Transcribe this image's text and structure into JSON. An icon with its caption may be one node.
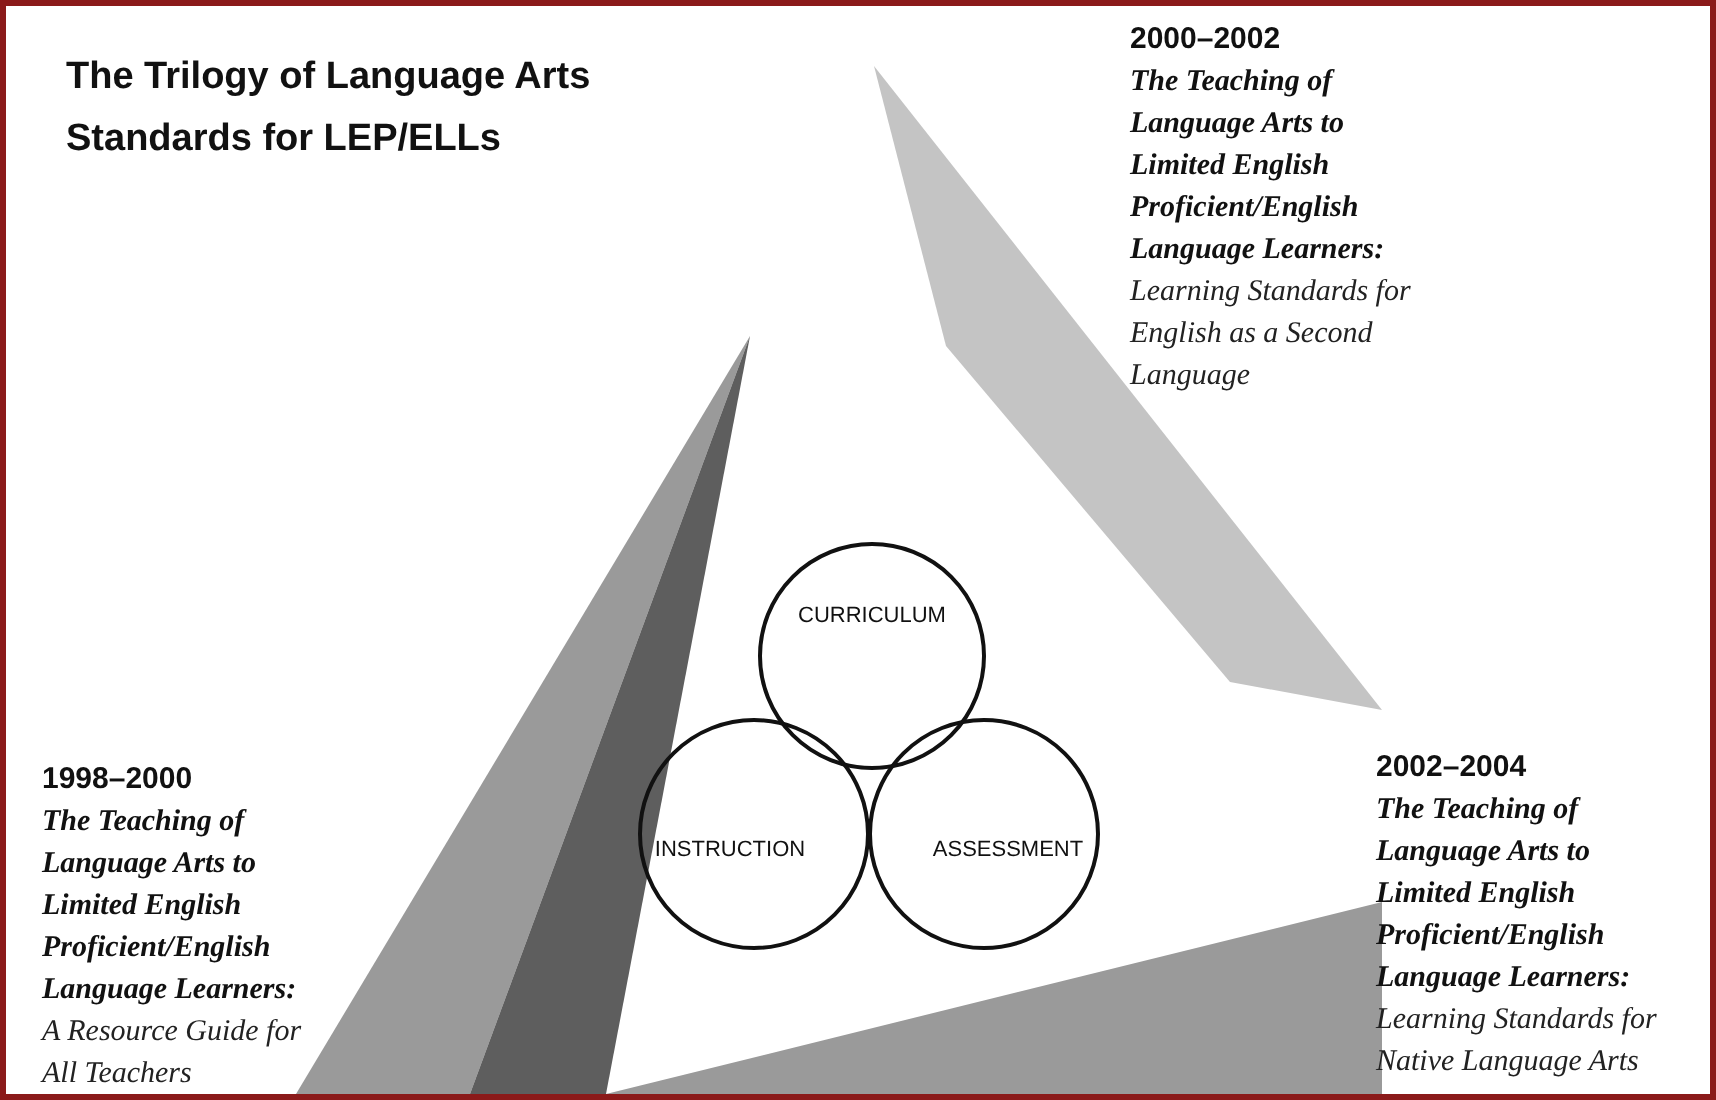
{
  "diagram": {
    "title": "The Trilogy of Language Arts Standards for LEP/ELLs",
    "nodes": [
      {
        "text": [
          "CURRICULUM"
        ]
      },
      {
        "text": [
          "INSTRUCTION"
        ]
      },
      {
        "text": [
          "ASSESSMENT"
        ]
      }
    ],
    "labels": [
      "2000–2002",
      "The Teaching of Language Arts to Limited English Proficient/English Language Learners:",
      "Learning Standards for English as a Second Language",
      "1998–2000",
      "The Teaching of Language Arts to Limited English Proficient/English Language Learners:",
      "A Resource Guide for All Teachers",
      "2002–2004",
      "The Teaching of Language Arts to Limited English Proficient/English Language Learners:",
      "Learning Standards for Native Language Arts"
    ]
  }
}
